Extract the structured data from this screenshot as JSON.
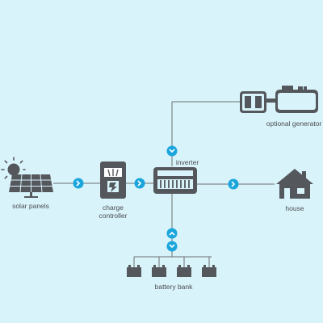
{
  "diagram": {
    "colors": {
      "background": "#d9f3fa",
      "device": "#54585d",
      "line": "#6b6f73",
      "connector": "#1aa6dd",
      "sun": "#54585d"
    },
    "nodes": [
      {
        "id": "solar-panels",
        "icon": "solar-panel-icon",
        "label": "solar panels"
      },
      {
        "id": "charge-controller",
        "icon": "charge-controller-icon",
        "label_lines": [
          "charge",
          "controller"
        ]
      },
      {
        "id": "inverter",
        "icon": "inverter-icon",
        "label": "inverter"
      },
      {
        "id": "house",
        "icon": "house-icon",
        "label": "house"
      },
      {
        "id": "optional-generator",
        "icon": "generator-icon",
        "label": "optional generator"
      },
      {
        "id": "battery-bank",
        "icon": "battery-icon",
        "label": "battery bank",
        "battery_count": 4
      }
    ],
    "connectors": [
      {
        "from": "solar-panels",
        "to": "charge-controller",
        "direction": "right"
      },
      {
        "from": "charge-controller",
        "to": "inverter",
        "direction": "right"
      },
      {
        "from": "inverter",
        "to": "house",
        "direction": "right"
      },
      {
        "from": "optional-generator",
        "to": "inverter",
        "direction": "down"
      },
      {
        "from": "inverter",
        "to": "battery-bank",
        "direction": "bidirectional"
      }
    ]
  }
}
